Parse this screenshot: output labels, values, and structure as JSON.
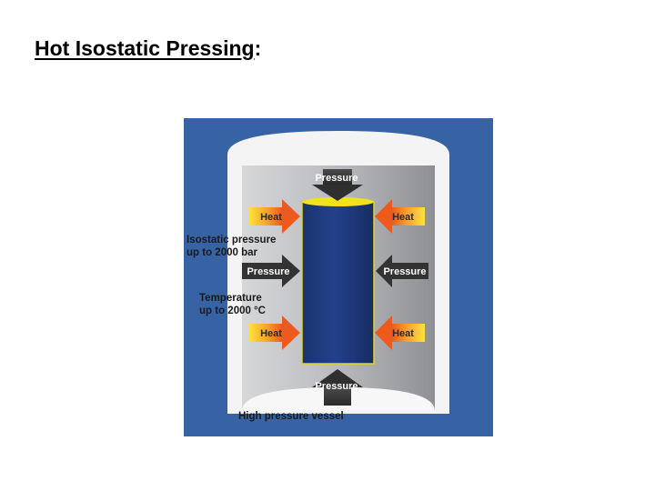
{
  "slide": {
    "title": "Hot Isostatic Pressing",
    "title_suffix": ":"
  },
  "diagram": {
    "pressure_label": "Pressure",
    "heat_label": "Heat",
    "isostatic_line1": "Isostatic pressure",
    "isostatic_line2": "up to 2000 bar",
    "temperature_line1": "Temperature",
    "temperature_line2": "up to 2000 °C",
    "vessel_label": "High pressure vessel",
    "colors": {
      "background_blue": "#3763A4",
      "vessel_white": "#F4F4F4",
      "chamber_grey": "#BDBFC2",
      "part_blue": "#1E3978",
      "part_outline": "#E6D21A",
      "part_top": "#F2E21C",
      "pressure_arrow": "#3A3A3A",
      "heat_arrow": "#F07A1E"
    }
  }
}
